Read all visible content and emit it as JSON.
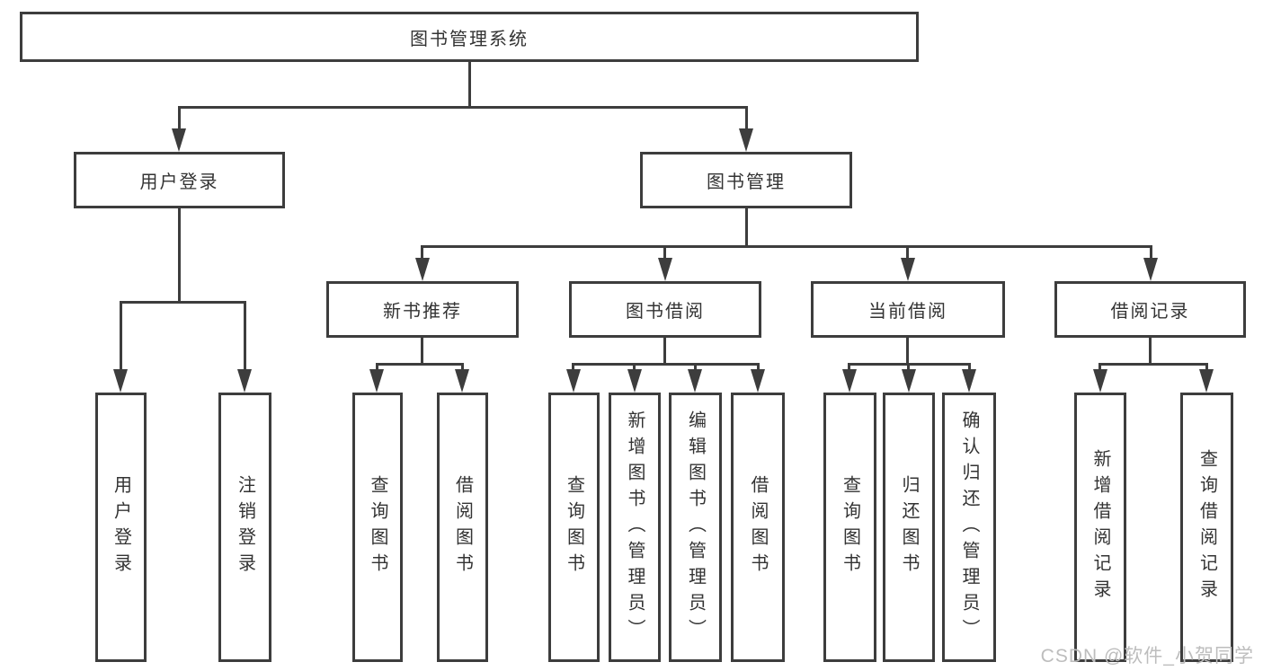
{
  "tree": {
    "root": {
      "label": "图书管理系统"
    },
    "user_login": {
      "label": "用户登录",
      "children": [
        {
          "label": "用户登录"
        },
        {
          "label": "注销登录"
        }
      ]
    },
    "book_management": {
      "label": "图书管理",
      "sections": [
        {
          "label": "新书推荐",
          "children": [
            {
              "label": "查询图书"
            },
            {
              "label": "借阅图书"
            }
          ]
        },
        {
          "label": "图书借阅",
          "children": [
            {
              "label": "查询图书"
            },
            {
              "label": "新增图书（管理员）"
            },
            {
              "label": "编辑图书（管理员）"
            },
            {
              "label": "借阅图书"
            }
          ]
        },
        {
          "label": "当前借阅",
          "children": [
            {
              "label": "查询图书"
            },
            {
              "label": "归还图书"
            },
            {
              "label": "确认归还（管理员）"
            }
          ]
        },
        {
          "label": "借阅记录",
          "children": [
            {
              "label": "新增借阅记录"
            },
            {
              "label": "查询借阅记录"
            }
          ]
        }
      ]
    }
  },
  "watermark": {
    "text": "CSDN @软件_小贺同学"
  },
  "colors": {
    "line": "#3d3d3d",
    "text": "#333333",
    "box_background": "#ffffff",
    "page_background": "#ffffff",
    "watermark": "#bdbdbd"
  }
}
